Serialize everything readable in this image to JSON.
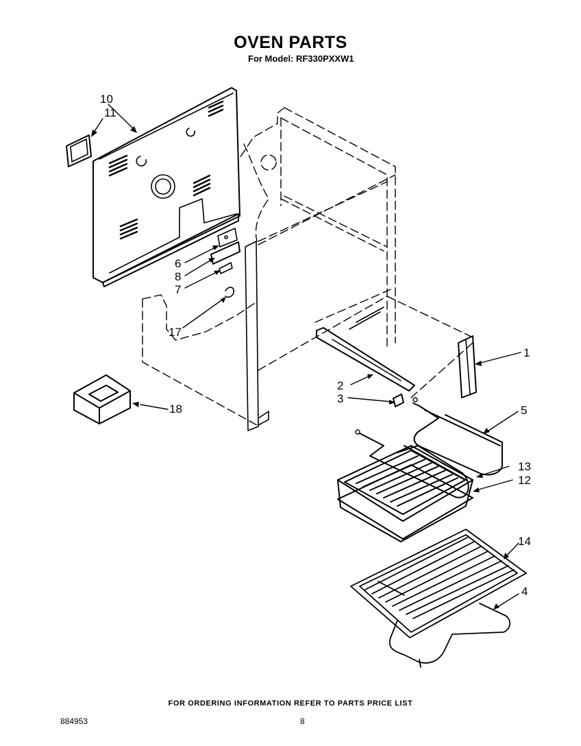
{
  "header": {
    "title": "OVEN PARTS",
    "subtitle": "For Model: RF330PXXW1"
  },
  "callouts": [
    "10",
    "11",
    "6",
    "8",
    "7",
    "17",
    "1",
    "2",
    "3",
    "18",
    "5",
    "13",
    "12",
    "14",
    "4"
  ],
  "footer": {
    "ordering_note": "FOR ORDERING INFORMATION REFER TO PARTS PRICE LIST",
    "document_number": "884953",
    "page_number": "8"
  }
}
